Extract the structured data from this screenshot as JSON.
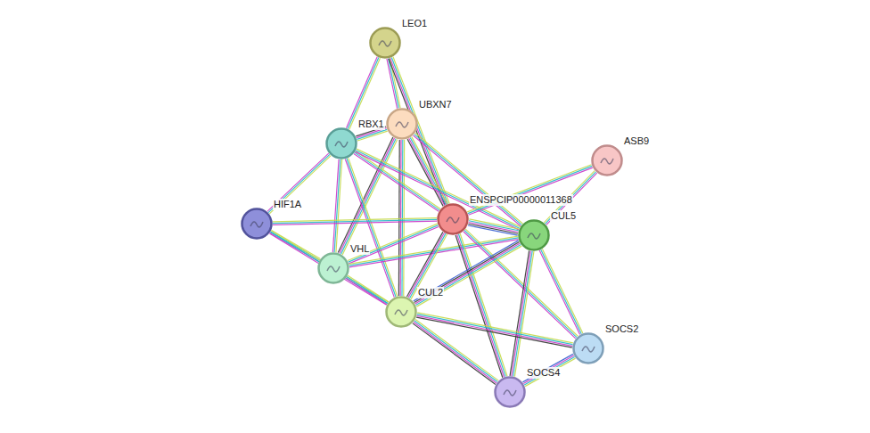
{
  "diagram": {
    "nodes": [
      {
        "text": [
          "LEO1"
        ]
      },
      {
        "text": [
          "UBXN7"
        ]
      },
      {
        "text": [
          "RBX1"
        ]
      },
      {
        "text": [
          "ASB9"
        ]
      },
      {
        "text": [
          "HIF1A"
        ]
      },
      {
        "text": [
          "ENSPCIP00000011368"
        ]
      },
      {
        "text": [
          "CUL5"
        ]
      },
      {
        "text": [
          "VHL"
        ]
      },
      {
        "text": [
          "CUL2"
        ]
      },
      {
        "text": [
          "SOCS2"
        ]
      },
      {
        "text": [
          "SOCS4"
        ]
      }
    ],
    "edges": [
      {
        "from": 0,
        "to": 2,
        "arrow": "none"
      },
      {
        "from": 0,
        "to": 1,
        "arrow": "none"
      },
      {
        "from": 0,
        "to": 5,
        "arrow": "none"
      },
      {
        "from": 1,
        "to": 2,
        "arrow": "none"
      },
      {
        "from": 1,
        "to": 5,
        "arrow": "none"
      },
      {
        "from": 1,
        "to": 8,
        "arrow": "none"
      },
      {
        "from": 1,
        "to": 7,
        "arrow": "none"
      },
      {
        "from": 1,
        "to": 6,
        "arrow": "none"
      },
      {
        "from": 2,
        "to": 4,
        "arrow": "none"
      },
      {
        "from": 2,
        "to": 7,
        "arrow": "none"
      },
      {
        "from": 2,
        "to": 8,
        "arrow": "none"
      },
      {
        "from": 2,
        "to": 5,
        "arrow": "none"
      },
      {
        "from": 2,
        "to": 6,
        "arrow": "none"
      },
      {
        "from": 4,
        "to": 7,
        "arrow": "none"
      },
      {
        "from": 4,
        "to": 8,
        "arrow": "none"
      },
      {
        "from": 4,
        "to": 5,
        "arrow": "none"
      },
      {
        "from": 7,
        "to": 8,
        "arrow": "none"
      },
      {
        "from": 7,
        "to": 5,
        "arrow": "none"
      },
      {
        "from": 7,
        "to": 6,
        "arrow": "none"
      },
      {
        "from": 5,
        "to": 6,
        "arrow": "none"
      },
      {
        "from": 5,
        "to": 3,
        "arrow": "none"
      },
      {
        "from": 5,
        "to": 8,
        "arrow": "none"
      },
      {
        "from": 5,
        "to": 9,
        "arrow": "none"
      },
      {
        "from": 5,
        "to": 10,
        "arrow": "none"
      },
      {
        "from": 6,
        "to": 3,
        "arrow": "none"
      },
      {
        "from": 6,
        "to": 8,
        "arrow": "none"
      },
      {
        "from": 6,
        "to": 9,
        "arrow": "none"
      },
      {
        "from": 6,
        "to": 10,
        "arrow": "none"
      },
      {
        "from": 8,
        "to": 9,
        "arrow": "none"
      },
      {
        "from": 8,
        "to": 10,
        "arrow": "none"
      },
      {
        "from": 9,
        "to": 10,
        "arrow": "none"
      }
    ]
  }
}
